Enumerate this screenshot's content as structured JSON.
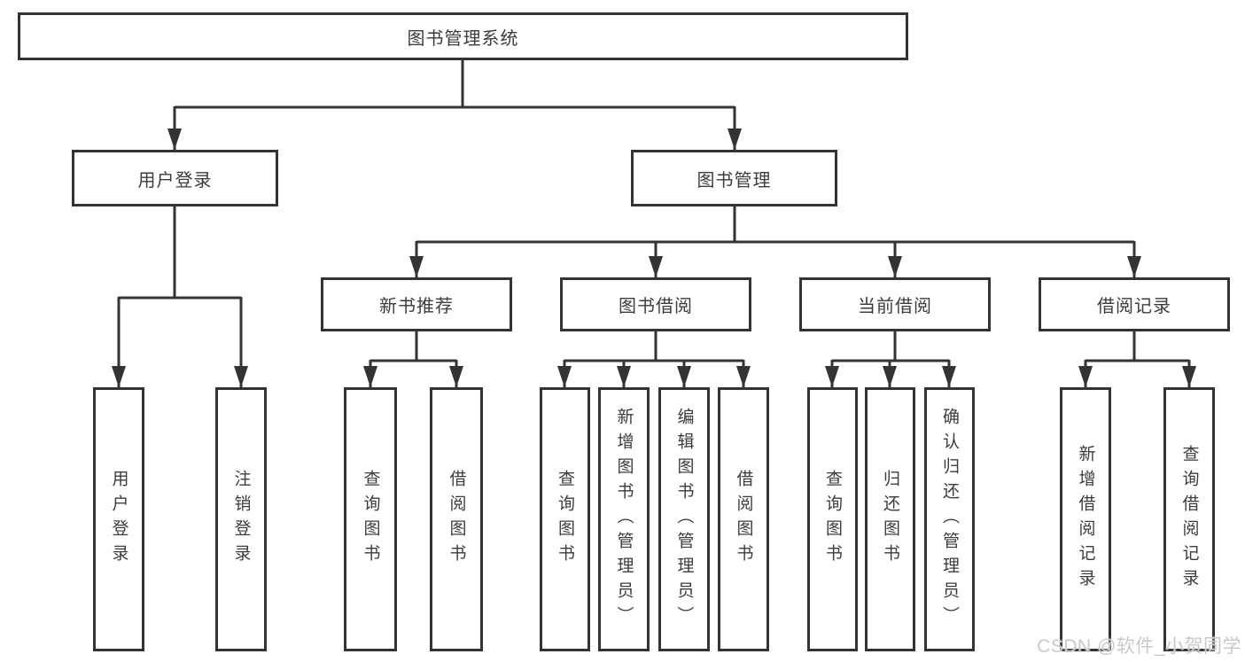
{
  "diagram_type": "tree",
  "tree": {
    "label": "图书管理系统",
    "children": [
      {
        "label": "用户登录",
        "children": [
          {
            "label": "用户登录"
          },
          {
            "label": "注销登录"
          }
        ]
      },
      {
        "label": "图书管理",
        "children": [
          {
            "label": "新书推荐",
            "children": [
              {
                "label": "查询图书"
              },
              {
                "label": "借阅图书"
              }
            ]
          },
          {
            "label": "图书借阅",
            "children": [
              {
                "label": "查询图书"
              },
              {
                "label": "新增图书（管理员）"
              },
              {
                "label": "编辑图书（管理员）"
              },
              {
                "label": "借阅图书"
              }
            ]
          },
          {
            "label": "当前借阅",
            "children": [
              {
                "label": "查询图书"
              },
              {
                "label": "归还图书"
              },
              {
                "label": "确认归还（管理员）"
              }
            ]
          },
          {
            "label": "借阅记录",
            "children": [
              {
                "label": "新增借阅记录"
              },
              {
                "label": "查询借阅记录"
              }
            ]
          }
        ]
      }
    ]
  },
  "watermark": "CSDN @软件_小贺同学",
  "colors": {
    "line": "#333333",
    "text": "#3c3c3c",
    "box_background": "#ffffff",
    "page_background": "#ffffff",
    "watermark": "#c9c9c9"
  }
}
